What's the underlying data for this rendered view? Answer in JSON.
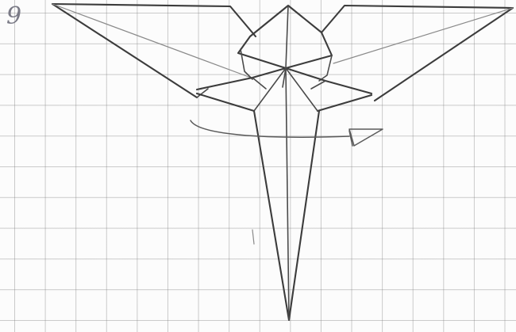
{
  "step": {
    "number": "9"
  },
  "drawing": {
    "subject": "origami-fold-diagram",
    "icon": "folded-bird-figure",
    "colors": {
      "paper": "#fcfcfc",
      "grid": "#8c8c8c",
      "pencil": "#3c3c3c",
      "step_number": "#7a7a86"
    }
  }
}
